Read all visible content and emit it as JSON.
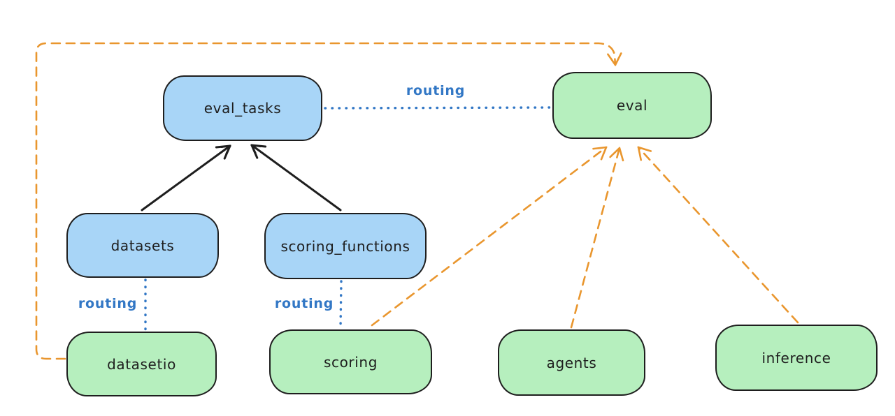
{
  "diagram": {
    "nodes": {
      "eval_tasks": {
        "label": "eval_tasks",
        "fill": "blue"
      },
      "eval": {
        "label": "eval",
        "fill": "green"
      },
      "datasets": {
        "label": "datasets",
        "fill": "blue"
      },
      "scoring_functions": {
        "label": "scoring_functions",
        "fill": "blue"
      },
      "datasetio": {
        "label": "datasetio",
        "fill": "green"
      },
      "scoring": {
        "label": "scoring",
        "fill": "green"
      },
      "agents": {
        "label": "agents",
        "fill": "green"
      },
      "inference": {
        "label": "inference",
        "fill": "green"
      }
    },
    "edges": [
      {
        "from": "datasets",
        "to": "eval_tasks",
        "style": "solid-arrow",
        "color": "black"
      },
      {
        "from": "scoring_functions",
        "to": "eval_tasks",
        "style": "solid-arrow",
        "color": "black"
      },
      {
        "from": "eval_tasks",
        "to": "eval",
        "style": "dotted",
        "color": "blue",
        "label": "routing"
      },
      {
        "from": "datasets",
        "to": "datasetio",
        "style": "dotted",
        "color": "blue",
        "label": "routing"
      },
      {
        "from": "scoring_functions",
        "to": "scoring",
        "style": "dotted",
        "color": "blue",
        "label": "routing"
      },
      {
        "from": "datasetio",
        "to": "eval",
        "style": "dashed-arrow",
        "color": "orange"
      },
      {
        "from": "scoring",
        "to": "eval",
        "style": "dashed-arrow",
        "color": "orange"
      },
      {
        "from": "agents",
        "to": "eval",
        "style": "dashed-arrow",
        "color": "orange"
      },
      {
        "from": "inference",
        "to": "eval",
        "style": "dashed-arrow",
        "color": "orange"
      }
    ],
    "edge_labels": {
      "eval_tasks_to_eval": "routing",
      "datasets_to_datasetio": "routing",
      "scoring_functions_to_scoring": "routing"
    }
  },
  "colors": {
    "background": "#ffffff",
    "blue_fill": "#a8d5f7",
    "green_fill": "#b6efbe",
    "stroke": "#1e1e1e",
    "orange": "#e9962e",
    "routing_blue": "#3277c5"
  }
}
